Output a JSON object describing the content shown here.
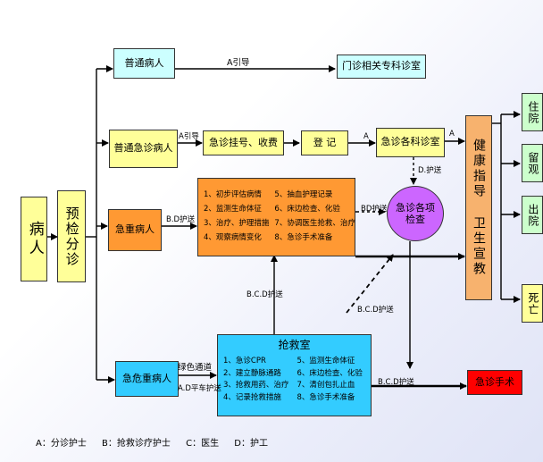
{
  "nodes": {
    "patient": "病人",
    "triage": "预检分诊",
    "ordinary_patient": "普通病人",
    "ordinary_emergency": "普通急诊病人",
    "critical_patient": "急重病人",
    "dying_patient": "急危重病人",
    "outpatient_dept": "门诊相关专科诊室",
    "registration": "急诊挂号、收费",
    "record": "登 记",
    "emergency_depts": "急诊各科诊室",
    "health_guidance": "健康指导 卫生宣教",
    "exam": "急诊各项检查",
    "surgery": "急诊手术",
    "rescue_title": "抢救室"
  },
  "critical_tasks": [
    "1、初步评估病情",
    "5、抽血护理记录",
    "2、监测生命体征",
    "6、床边检查、化验",
    "3、治疗、护理措施",
    "7、协调医生抢救、治疗",
    "4、观察病情变化",
    "8、急诊手术准备"
  ],
  "rescue_tasks": [
    "1、急诊CPR",
    "5、监测生命体征",
    "2、建立静脉通路",
    "6、床边检查、化验",
    "3、抢救用药、治疗",
    "7、清创包扎止血",
    "4、记录抢救措施",
    "8、急诊手术准备"
  ],
  "outcomes": [
    "住院",
    "留观",
    "出院",
    "死亡"
  ],
  "edge_labels": {
    "a_guide": "A引导",
    "a_guide_small": "A引导",
    "a_reg_to_record": "A",
    "a_to_guidance": "A",
    "d_escort": "D.护送",
    "b_escort": "B.D护送",
    "bd_escort_exam": "BD护送",
    "bcd_escort_up": "B.C.D护送",
    "bcd_escort_diag": "B.C.D护送",
    "green_channel": "绿色通道",
    "a_d_flat": "A.D平车护送",
    "bcd_escort_surgery": "B.C.D护送"
  },
  "legend": [
    "A：分诊护士",
    "B：抢救诊疗护士",
    "C：医生",
    "D：护工"
  ]
}
